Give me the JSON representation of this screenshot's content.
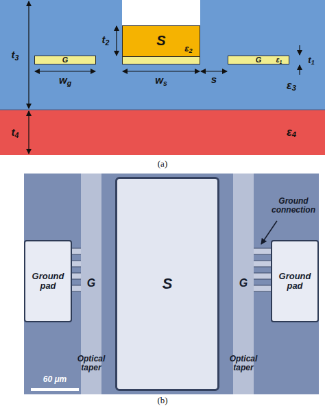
{
  "diagram": {
    "nodes": [
      {
        "text": [
          "ε3"
        ]
      },
      {
        "text": [
          "ε4"
        ]
      },
      {
        "text": [
          "G"
        ],
        "in": 0
      },
      {
        "text": [
          "S",
          "ε2"
        ],
        "in": 0
      },
      {
        "text": [
          "G",
          "ε1"
        ],
        "in": 0
      },
      {
        "text": [
          "Ground pad"
        ]
      },
      {
        "text": [
          "G"
        ]
      },
      {
        "text": [
          "S"
        ]
      },
      {
        "text": [
          "G"
        ]
      },
      {
        "text": [
          "Ground pad"
        ]
      }
    ],
    "labels": [
      "t3",
      "t4",
      "t2",
      "t1",
      "wg",
      "ws",
      "s",
      "(a)",
      "Ground connection",
      "Optical taper",
      "Optical taper",
      "60 μm",
      "(b)"
    ]
  }
}
